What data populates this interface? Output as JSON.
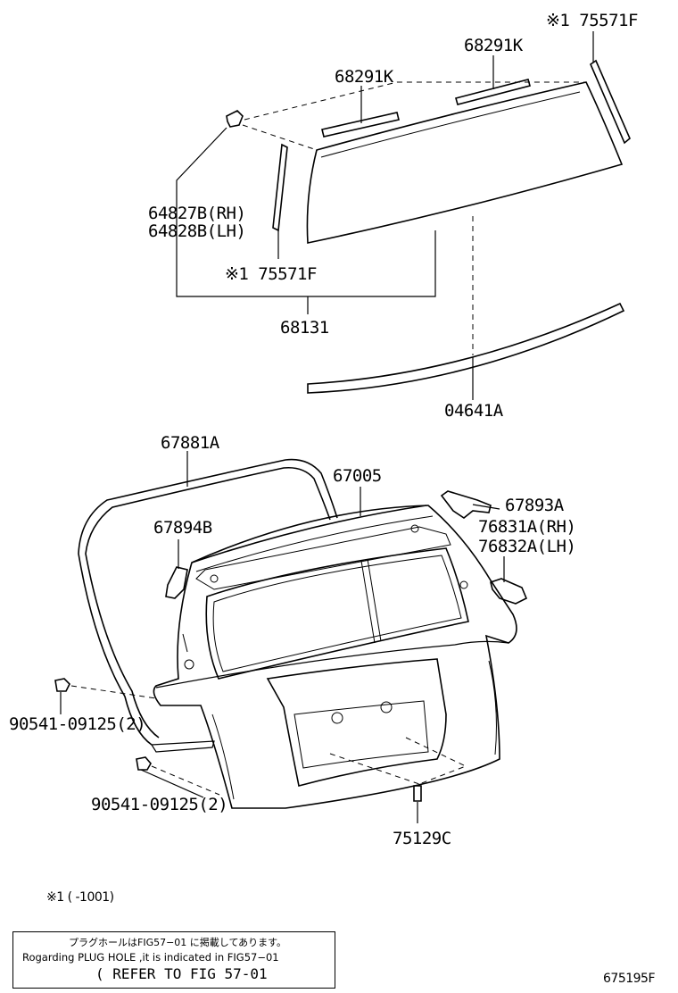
{
  "diagram": {
    "labels": {
      "p75571F_top": "※1 75571F",
      "p68291K_right": "68291K",
      "p68291K_left": "68291K",
      "p64827B": "64827B(RH)",
      "p64828B": "64828B(LH)",
      "p75571F_left": "※1 75571F",
      "p68131": "68131",
      "p04641A": "04641A",
      "p67881A": "67881A",
      "p67005": "67005",
      "p67893A": "67893A",
      "p67894B": "67894B",
      "p76831A": "76831A(RH)",
      "p76832A": "76832A(LH)",
      "p90541_a": "90541-09125(2)",
      "p90541_b": "90541-09125(2)",
      "p75129C": "75129C"
    },
    "footnote": "※1 (  -1001)",
    "note_box": {
      "line1": "プラグホールはFIG57−01 に掲載してあります。",
      "line2": "Rogarding PLUG HOLE ,it is indicated in FIG57−01",
      "line3": "( REFER TO FIG 57-01"
    },
    "figure_id": "675195F"
  }
}
